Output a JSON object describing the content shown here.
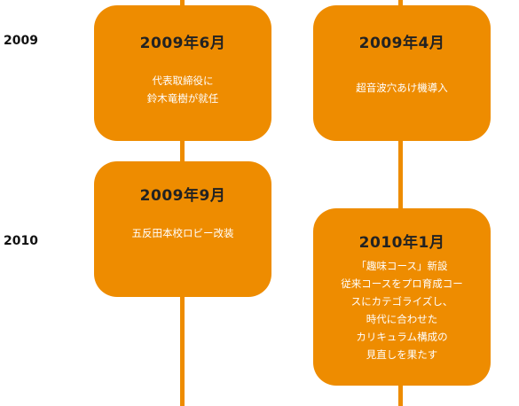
{
  "years": [
    "2009",
    "2010"
  ],
  "events": [
    {
      "title": "2009年6月",
      "lines": [
        "代表取締役に",
        "鈴木竜樹が就任"
      ]
    },
    {
      "title": "2009年4月",
      "lines": [
        "超音波穴あけ機導入"
      ]
    },
    {
      "title": "2009年9月",
      "lines": [
        "五反田本校ロビー改装"
      ]
    },
    {
      "title": "2010年1月",
      "lines": [
        "「趣味コース」新設",
        "従来コースをプロ育成コー",
        "スにカテゴライズし、",
        "時代に合わせた",
        "カリキュラム構成の",
        "見直しを果たす"
      ]
    }
  ],
  "colors": {
    "accent": "#ee8c00",
    "title_text": "#222222",
    "body_text": "#ffffff"
  }
}
